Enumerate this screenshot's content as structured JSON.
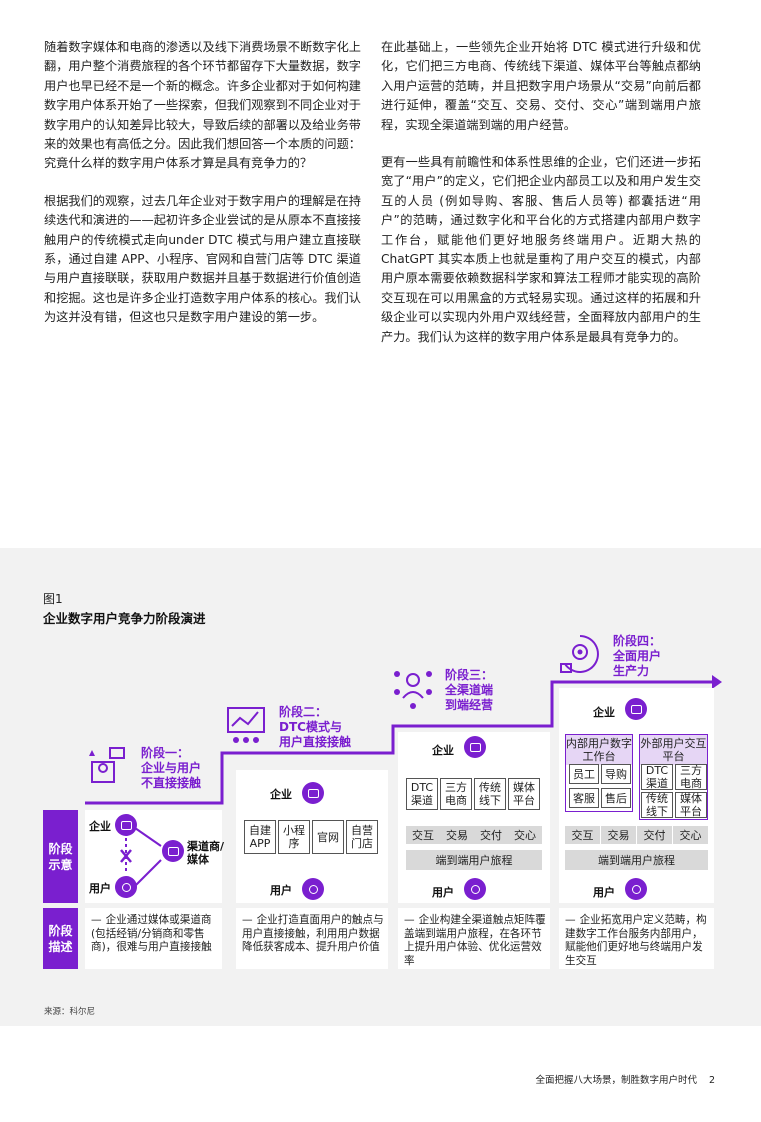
{
  "body": {
    "left": [
      "随着数字媒体和电商的渗透以及线下消费场景不断数字化上翻，用户整个消费旅程的各个环节都留存下大量数据，数字用户也早已经不是一个新的概念。许多企业都对于如何构建数字用户体系开始了一些探索，但我们观察到不同企业对于数字用户的认知差异比较大，导致后续的部署以及给业务带来的效果也有高低之分。因此我们想回答一个本质的问题：究竟什么样的数字用户体系才算是具有竞争力的？",
      "根据我们的观察，过去几年企业对于数字用户的理解是在持续迭代和演进的——起初许多企业尝试的是从原本不直接接触用户的传统模式走向under DTC 模式与用户建立直接联系，通过自建 APP、小程序、官网和自营门店等 DTC 渠道与用户直接联联，获取用户数据并且基于数据进行价值创造和挖掘。这也是许多企业打造数字用户体系的核心。我们认为这并没有错，但这也只是数字用户建设的第一步。"
    ],
    "right": [
      "在此基础上，一些领先企业开始将 DTC 模式进行升级和优化，它们把三方电商、传统线下渠道、媒体平台等触点都纳入用户运营的范畴，并且把数字用户场景从“交易”向前后都进行延伸，覆盖“交互、交易、交付、交心”端到端用户旅程，实现全渠道端到端的用户经营。",
      "更有一些具有前瞻性和体系性思维的企业，它们还进一步拓宽了“用户”的定义，它们把企业内部员工以及和用户发生交互的人员 (例如导购、客服、售后人员等) 都囊括进“用户”的范畴，通过数字化和平台化的方式搭建内部用户数字工作台，赋能他们更好地服务终端用户。近期大热的 ChatGPT 其实本质上也就是重构了用户交互的模式，内部用户原本需要依赖数据科学家和算法工程师才能实现的高阶交互现在可以用黑盒的方式轻易实现。通过这样的拓展和升级企业可以实现内外用户双线经营，全面释放内部用户的生产力。我们认为这样的数字用户体系是最具有竞争力的。"
    ]
  },
  "figure": {
    "num": "图1",
    "title": "企业数字用户竞争力阶段演进",
    "row1": "阶段示意",
    "row2": "阶段描述",
    "stages": [
      {
        "label1": "阶段一：",
        "label2": "企业与用户",
        "label3": "不直接接触",
        "enterprise": "企业",
        "channel": "渠道商/媒体",
        "user": "用户",
        "desc": "企业通过媒体或渠道商(包括经销/分销商和零售商)，很难与用户直接接触"
      },
      {
        "label1": "阶段二：",
        "label2": "DTC模式与",
        "label3": "用户直接接触",
        "enterprise": "企业",
        "channels": [
          "自建APP",
          "小程序",
          "官网",
          "自营门店"
        ],
        "user": "用户",
        "desc": "企业打造直面用户的触点与用户直接接触，利用用户数据降低获客成本、提升用户价值"
      },
      {
        "label1": "阶段三：",
        "label2": "全渠道端",
        "label3": "到端经营",
        "enterprise": "企业",
        "channels": [
          "DTC渠道",
          "三方电商",
          "传统线下",
          "媒体平台"
        ],
        "journey": [
          "交互",
          "交易",
          "交付",
          "交心"
        ],
        "journey_label": "端到端用户旅程",
        "user": "用户",
        "desc": "企业构建全渠道触点矩阵覆盖端到端用户旅程，在各环节上提升用户体验、优化运营效率"
      },
      {
        "label1": "阶段四：",
        "label2": "全面用户",
        "label3": "生产力",
        "enterprise": "企业",
        "internal_title": "内部用户数字工作台",
        "internal": [
          "员工",
          "导购",
          "客服",
          "售后"
        ],
        "external_title": "外部用户交互平台",
        "external": [
          "DTC渠道",
          "三方电商",
          "传统线下",
          "媒体平台"
        ],
        "journey": [
          "交互",
          "交易",
          "交付",
          "交心"
        ],
        "journey_label": "端到端用户旅程",
        "user": "用户",
        "desc": "企业拓宽用户定义范畴，构建数字工作台服务内部用户，赋能他们更好地与终端用户发生交互"
      }
    ]
  },
  "source": "来源：科尔尼",
  "footer": {
    "title": "全面把握八大场景，制胜数字用户时代",
    "page": "2"
  },
  "colors": {
    "accent": "#7a1fcf",
    "panel": "#ffffff",
    "bg": "#f2f2f2"
  }
}
